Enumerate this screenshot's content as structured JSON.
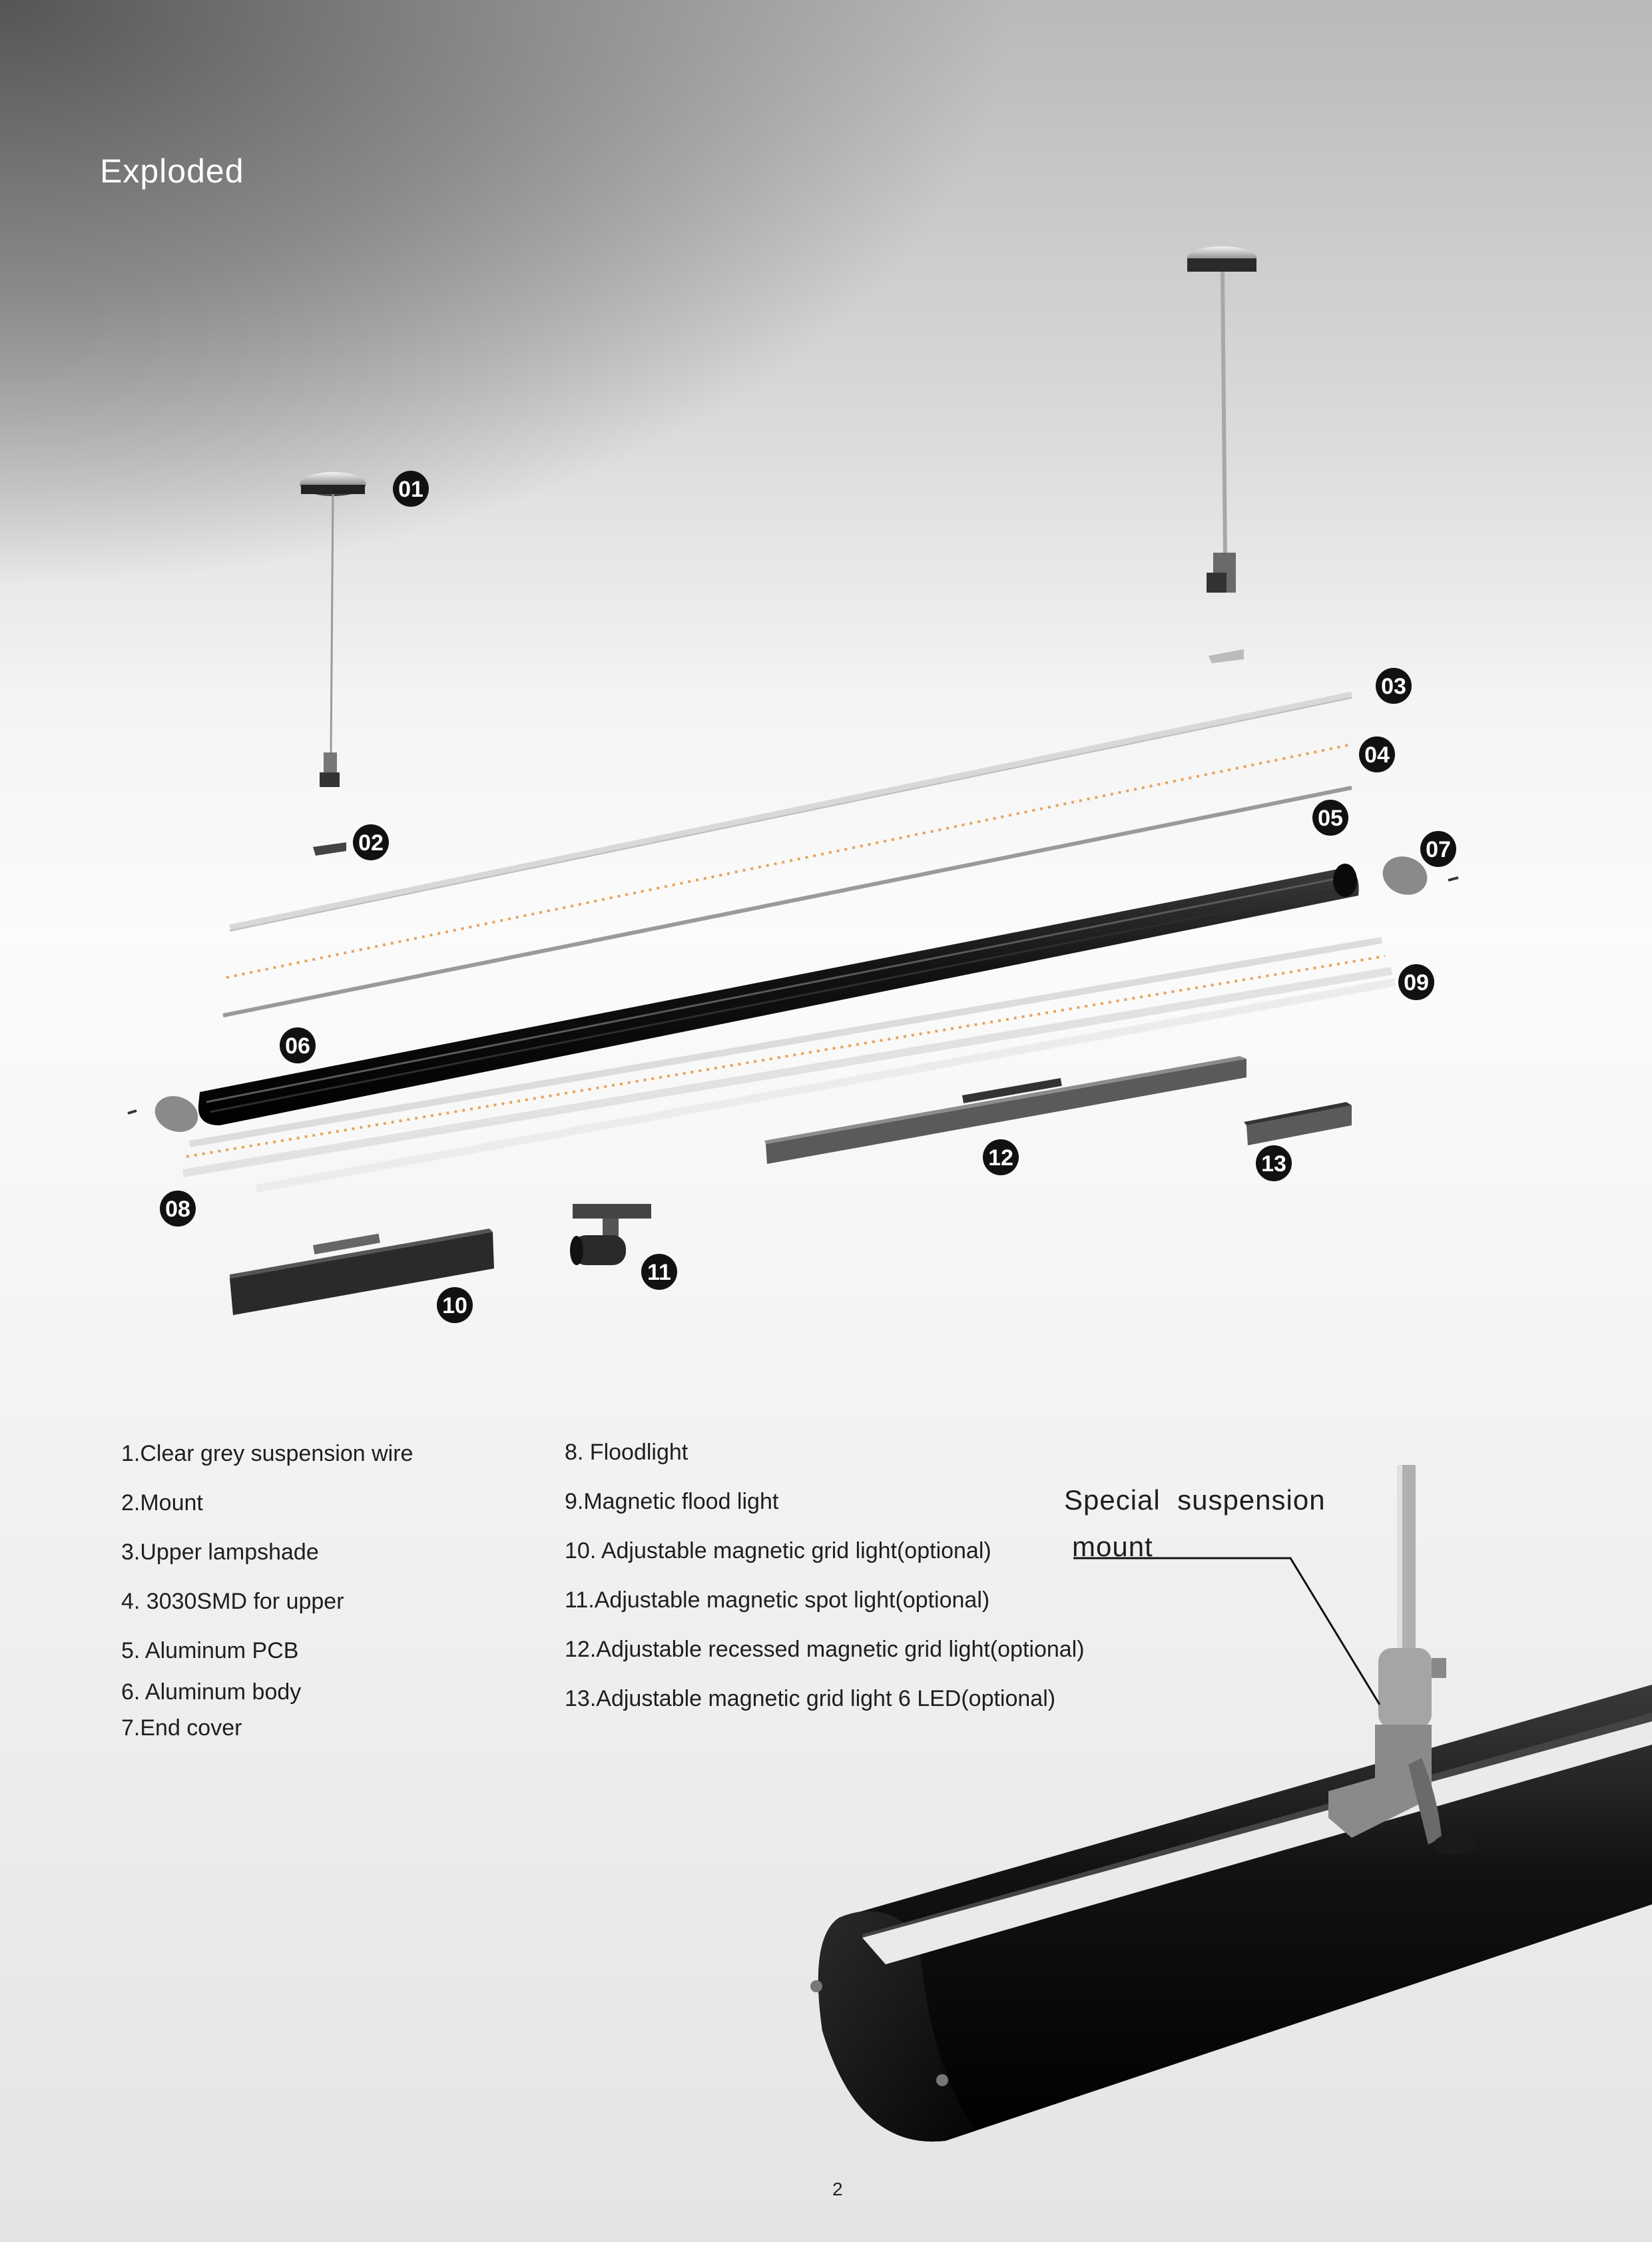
{
  "title": "Exploded",
  "badges": [
    {
      "id": "01",
      "label": "01"
    },
    {
      "id": "02",
      "label": "02"
    },
    {
      "id": "03",
      "label": "03"
    },
    {
      "id": "04",
      "label": "04"
    },
    {
      "id": "05",
      "label": "05"
    },
    {
      "id": "06",
      "label": "06"
    },
    {
      "id": "07",
      "label": "07"
    },
    {
      "id": "08",
      "label": "08"
    },
    {
      "id": "09",
      "label": "09"
    },
    {
      "id": "10",
      "label": "10"
    },
    {
      "id": "11",
      "label": "11"
    },
    {
      "id": "12",
      "label": "12"
    },
    {
      "id": "13",
      "label": "13"
    }
  ],
  "legend_left": [
    "1.Clear grey suspension wire",
    "2.Mount",
    "3.Upper lampshade",
    "4. 3030SMD for upper",
    "5. Aluminum PCB",
    "6. Aluminum body",
    "7.End cover"
  ],
  "legend_right": [
    "8. Floodlight",
    "9.Magnetic flood light",
    "10. Adjustable magnetic grid light(optional)",
    "11.Adjustable magnetic spot light(optional)",
    "12.Adjustable recessed magnetic grid light(optional)",
    "13.Adjustable magnetic grid light 6 LED(optional)"
  ],
  "callout": {
    "line1": "Special  suspension",
    "line2": "mount"
  },
  "page_number": "2",
  "colors": {
    "badge": "#111111",
    "body": "#161616",
    "led_dots": "#e8a35a"
  }
}
